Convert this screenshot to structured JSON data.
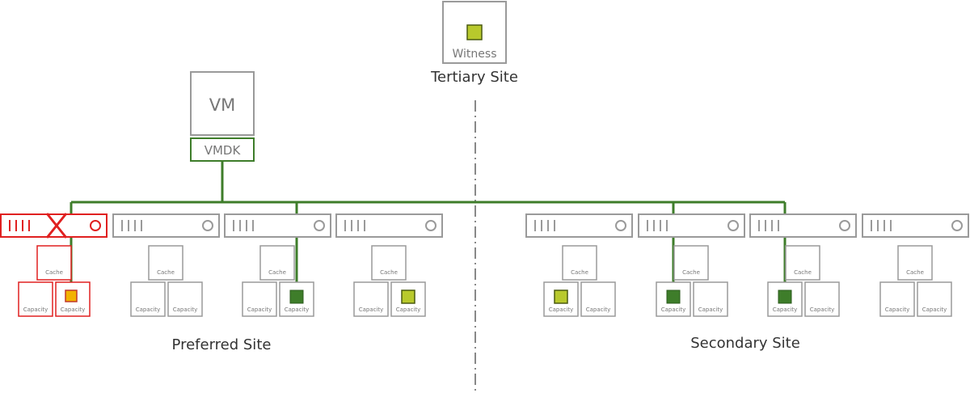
{
  "labels": {
    "witness": "Witness",
    "tertiary_site": "Tertiary Site",
    "vm": "VM",
    "vmdk": "VMDK",
    "preferred_site": "Preferred Site",
    "secondary_site": "Secondary Site",
    "cache": "Cache",
    "capacity": "Capacity"
  },
  "colors": {
    "gray": "#9a9a9a",
    "dark_text": "#666666",
    "path_green": "#3e7d2a",
    "light_green": "#b8c92c",
    "failed_red": "#e02020",
    "degraded_orange": "#f2b200"
  },
  "hosts": [
    {
      "site": "preferred",
      "status": "failed",
      "component": "orange"
    },
    {
      "site": "preferred",
      "status": "ok",
      "component": "none"
    },
    {
      "site": "preferred",
      "status": "ok",
      "component": "dark-green"
    },
    {
      "site": "preferred",
      "status": "ok",
      "component": "light-green"
    },
    {
      "site": "secondary",
      "status": "ok",
      "component": "light-green"
    },
    {
      "site": "secondary",
      "status": "ok",
      "component": "dark-green"
    },
    {
      "site": "secondary",
      "status": "ok",
      "component": "dark-green"
    },
    {
      "site": "secondary",
      "status": "ok",
      "component": "none"
    }
  ]
}
